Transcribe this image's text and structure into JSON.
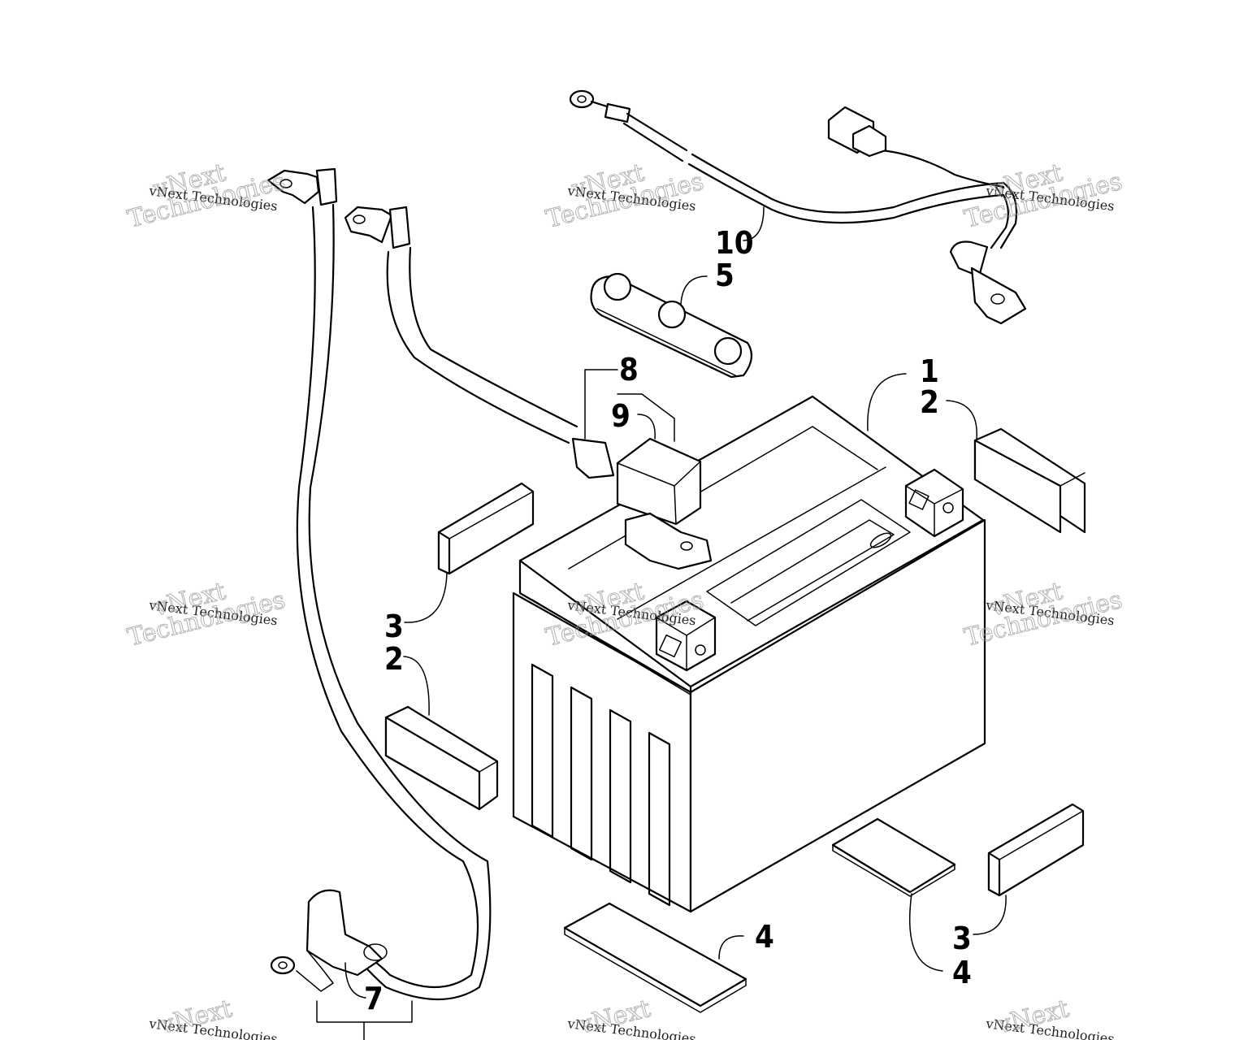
{
  "callouts": {
    "c1": "1",
    "c2a": "2",
    "c2b": "2",
    "c3a": "3",
    "c3b": "3",
    "c4a": "4",
    "c4b": "4",
    "c5": "5",
    "c7": "7",
    "c8": "8",
    "c9": "9",
    "c10": "10"
  },
  "watermark": {
    "line1": "vNext Technologies",
    "brand_word1": "vNext",
    "brand_word2": "Technologies"
  }
}
